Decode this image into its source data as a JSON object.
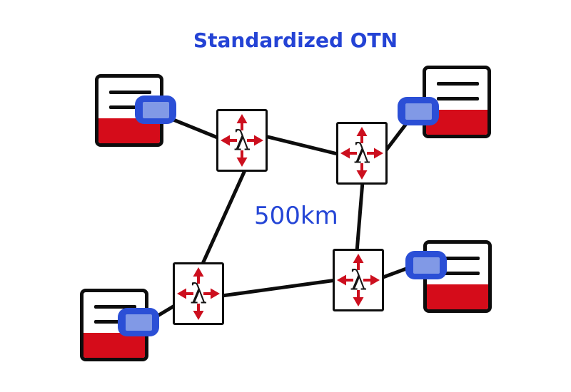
{
  "title": "Standardized OTN",
  "annotation": {
    "distance": "500km"
  },
  "colors": {
    "title_blue": "#2443d5",
    "distance_blue": "#2546d6",
    "link_black": "#0d0d0d",
    "accent_red": "#d50c1a",
    "arrow_red": "#cc0f1e",
    "transceiver_blue": "#2b4fd6",
    "transceiver_inner_blue": "#8199e6"
  },
  "switches": [
    {
      "id": "otn-switch-top-left",
      "symbol": "λ"
    },
    {
      "id": "otn-switch-top-right",
      "symbol": "λ"
    },
    {
      "id": "otn-switch-bottom-left",
      "symbol": "λ"
    },
    {
      "id": "otn-switch-bottom-right",
      "symbol": "λ"
    }
  ],
  "clients": [
    {
      "id": "client-top-left",
      "icon": "document-with-transceiver-icon"
    },
    {
      "id": "client-top-right",
      "icon": "document-with-transceiver-icon"
    },
    {
      "id": "client-bottom-left",
      "icon": "document-with-transceiver-icon"
    },
    {
      "id": "client-bottom-right",
      "icon": "document-with-transceiver-icon"
    }
  ],
  "links_count": "8"
}
